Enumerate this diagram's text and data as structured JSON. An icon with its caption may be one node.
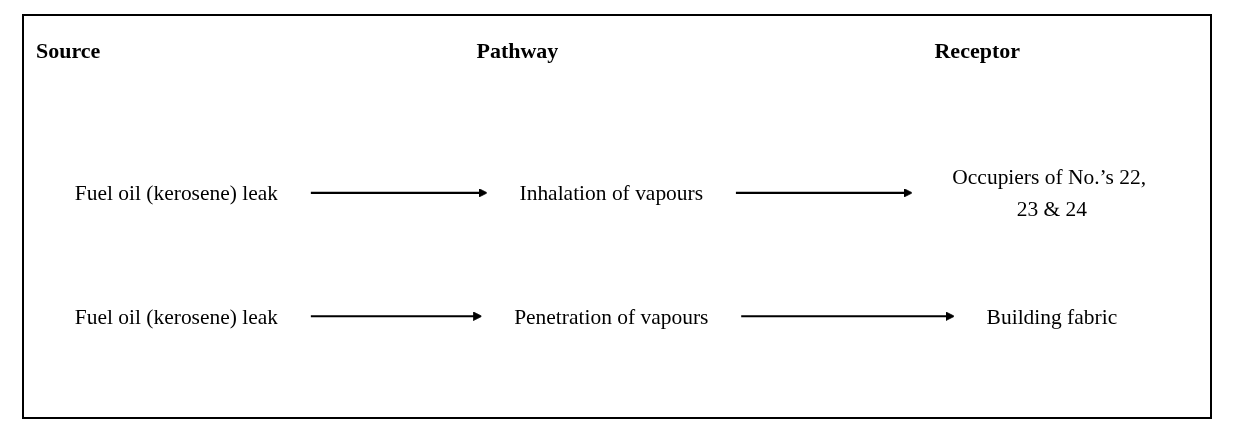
{
  "diagram": {
    "nodes": [
      {
        "text": [
          "Fuel oil (kerosene) leak"
        ]
      },
      {
        "text": [
          "Inhalation of vapours"
        ]
      },
      {
        "text": [
          "Occupiers of No.’s 22, 23 & 24"
        ]
      },
      {
        "text": [
          "Fuel oil (kerosene) leak"
        ]
      },
      {
        "text": [
          "Penetration of vapours"
        ]
      },
      {
        "text": [
          "Building fabric"
        ]
      }
    ],
    "edges": [
      {
        "from": 0,
        "to": 1,
        "arrow": "to"
      },
      {
        "from": 1,
        "to": 2,
        "arrow": "to"
      },
      {
        "from": 3,
        "to": 4,
        "arrow": "to"
      },
      {
        "from": 4,
        "to": 5,
        "arrow": "to"
      }
    ],
    "labels": [
      "Source",
      "Pathway",
      "Receptor"
    ]
  }
}
